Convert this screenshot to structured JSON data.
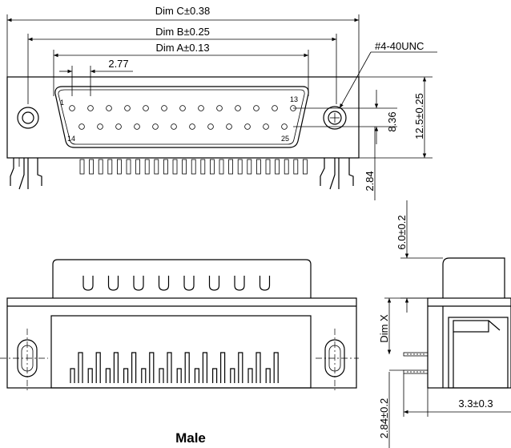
{
  "dimensions": {
    "dim_c": "Dim C±0.38",
    "dim_b": "Dim B±0.25",
    "dim_a": "Dim A±0.13",
    "pitch": "2.77",
    "screw": "#4-40UNC",
    "row_spacing": "8.36",
    "body_height": "12.5±0.25",
    "pin_offset": "2.84",
    "shell_height": "6.0±0.2",
    "dim_x": "Dim X",
    "tail_offset": "2.84±0.2",
    "tail_length": "3.3±0.3"
  },
  "pin_labels": {
    "pin_1": "1",
    "pin_13": "13",
    "pin_14": "14",
    "pin_25": "25"
  },
  "caption": "Male"
}
